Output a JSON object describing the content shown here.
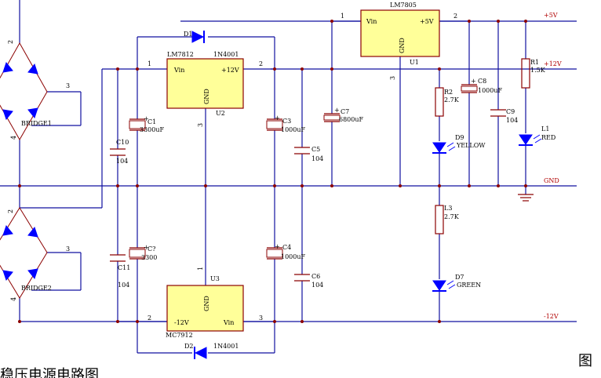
{
  "figure_label": "图",
  "caption_partial": "稳压电源电路图",
  "rails": {
    "p5": "+5V",
    "p12": "+12V",
    "gnd": "GND",
    "m12": "-12V"
  },
  "u1": {
    "part": "LM7805",
    "ref": "U1",
    "vin": "Vin",
    "vout": "+5V",
    "gnd": "GND",
    "pin1": "1",
    "pin2": "2",
    "pin3": "3"
  },
  "u2": {
    "part": "LM7812",
    "ref": "U2",
    "vin": "Vin",
    "vout": "+12V",
    "gnd": "GND",
    "pin1": "1",
    "pin2": "2",
    "pin3": "3"
  },
  "u3": {
    "part": "MC7912",
    "ref": "U3",
    "vin": "Vin",
    "vout": "-12V",
    "gnd": "GND",
    "pin1": "1",
    "pin2": "2",
    "pin3": "3"
  },
  "d1": {
    "ref": "D1",
    "part": "1N4001"
  },
  "d2": {
    "ref": "D2",
    "part": "1N4001"
  },
  "bridge1": {
    "ref": "BRIDGE1",
    "pin2": "2",
    "pin3": "3",
    "pin4": "4"
  },
  "bridge2": {
    "ref": "BRIDGE2",
    "pin2": "2",
    "pin3": "3",
    "pin4": "4"
  },
  "caps": {
    "c1": {
      "ref": "C1",
      "value": "3300uF"
    },
    "c2": {
      "ref": "C?",
      "value": "3300"
    },
    "c3": {
      "ref": "C3",
      "value": "1000uF"
    },
    "c4": {
      "ref": "C4",
      "value": "1000uF"
    },
    "c5": {
      "ref": "C5",
      "value": "104"
    },
    "c6": {
      "ref": "C6",
      "value": "104"
    },
    "c7": {
      "ref": "C7",
      "value": "6800uF"
    },
    "c8": {
      "ref": "C8",
      "value": "1000uF"
    },
    "c9": {
      "ref": "C9",
      "value": "104"
    },
    "c10": {
      "ref": "C10",
      "value": "104"
    },
    "c11": {
      "ref": "C11",
      "value": "104"
    }
  },
  "resistors": {
    "r1": {
      "ref": "R1",
      "value": "1.5K"
    },
    "r2": {
      "ref": "R2",
      "value": "2.7K"
    },
    "l3": {
      "ref": "L3",
      "value": "2.7K"
    }
  },
  "leds": {
    "l1": {
      "ref": "L1",
      "color": "RED"
    },
    "d9": {
      "ref": "D9",
      "color": "YELLOW"
    },
    "d7": {
      "ref": "D7",
      "color": "GREEN"
    }
  },
  "plus_sign": "+",
  "colors": {
    "wire": "#1010a0",
    "component": "#8b0000",
    "ic_fill": "#ffff99",
    "diode": "#0000ff",
    "text": "#000000"
  }
}
